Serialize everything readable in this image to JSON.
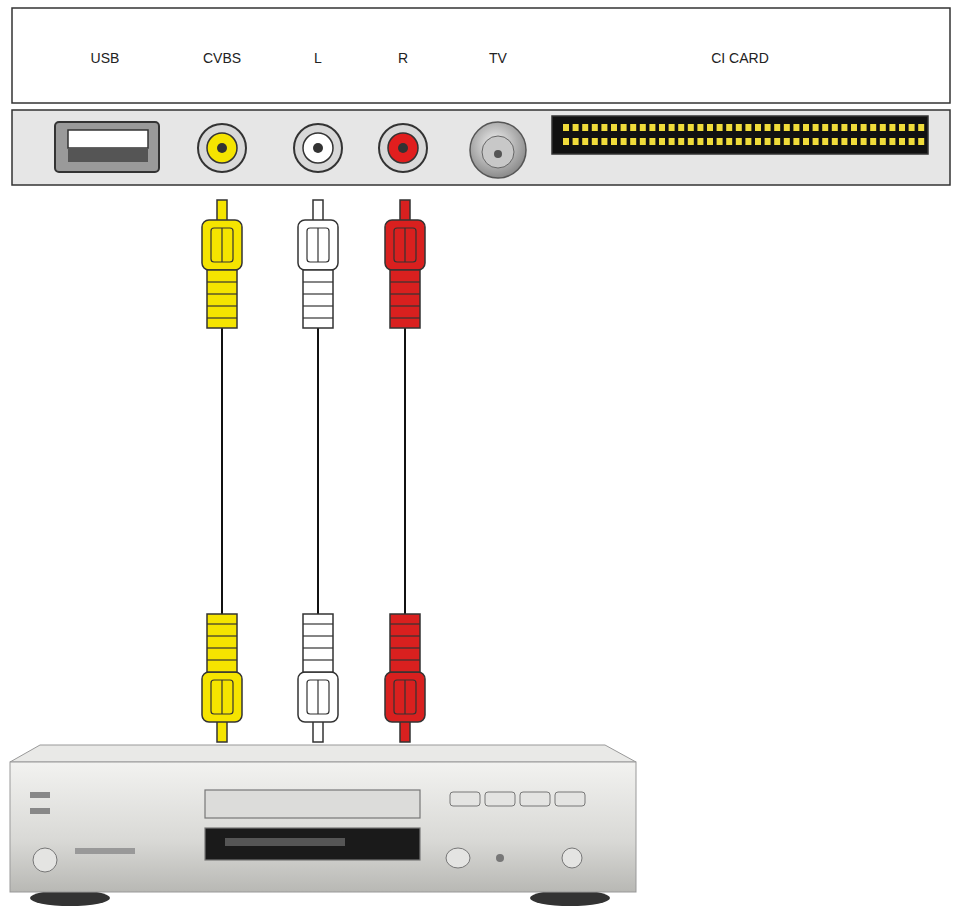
{
  "diagram": {
    "labels": [
      "USB",
      "CVBS",
      "L",
      "R",
      "TV",
      "CI CARD"
    ]
  }
}
